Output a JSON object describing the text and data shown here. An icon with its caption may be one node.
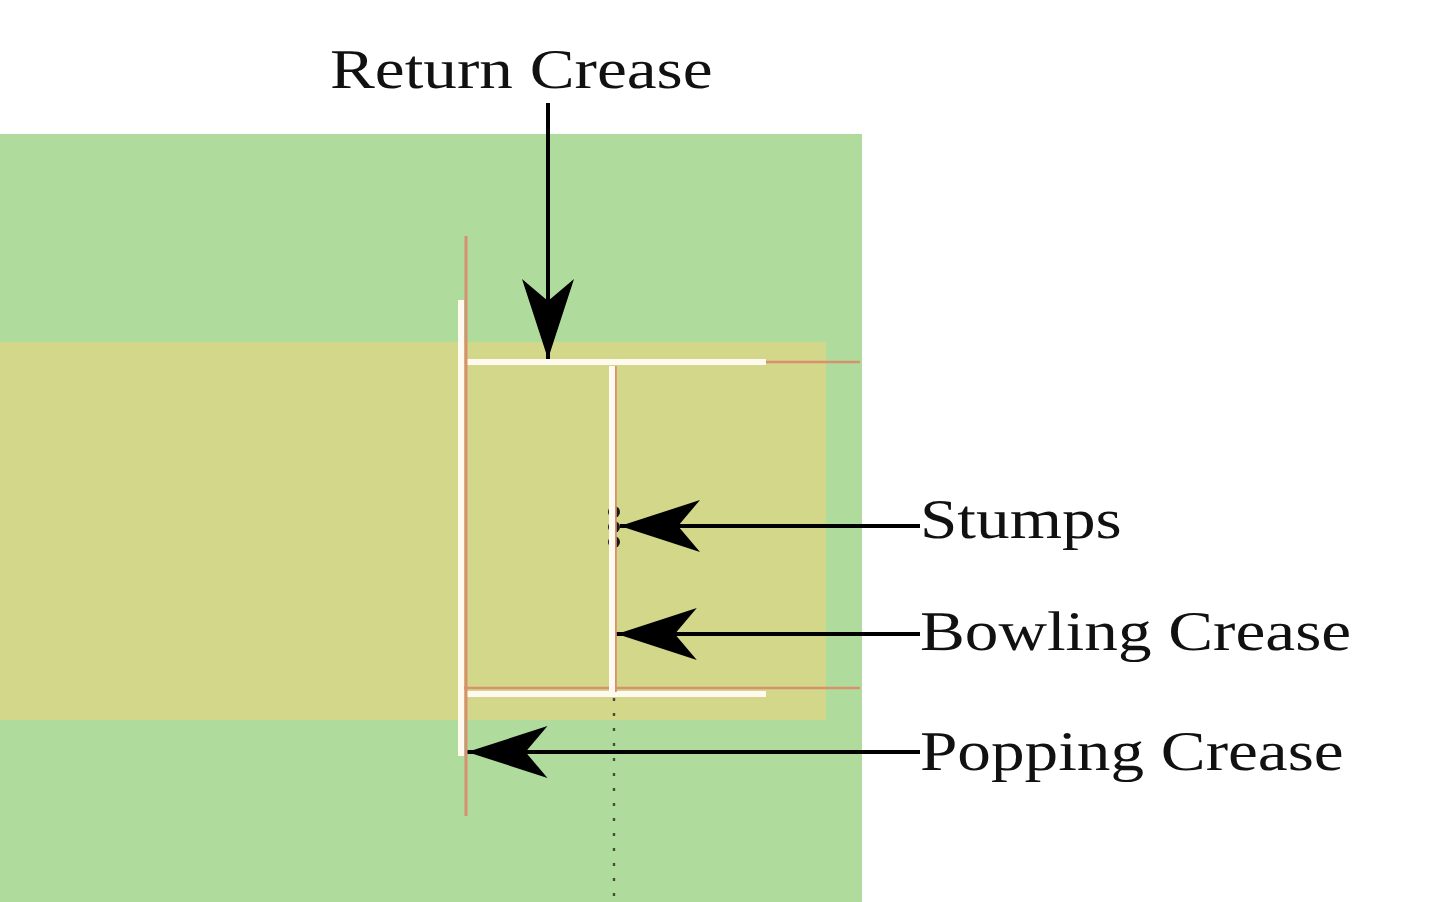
{
  "diagram": {
    "nodes": [
      {
        "text": [
          "Return Crease"
        ]
      },
      {
        "text": [
          "Stumps"
        ]
      },
      {
        "text": [
          "Bowling Crease"
        ]
      },
      {
        "text": [
          "Popping Crease"
        ]
      },
      {
        "text": [],
        "shape": "bar"
      },
      {
        "text": [],
        "shape": "circle"
      },
      {
        "text": [],
        "shape": "bar"
      },
      {
        "text": [],
        "shape": "bar"
      }
    ],
    "edges": [
      {
        "from": 0,
        "to": 4,
        "arrow": "to"
      },
      {
        "from": 1,
        "to": 5,
        "arrow": "to"
      },
      {
        "from": 2,
        "to": 6,
        "arrow": "to"
      },
      {
        "from": 3,
        "to": 7,
        "arrow": "to"
      }
    ]
  }
}
